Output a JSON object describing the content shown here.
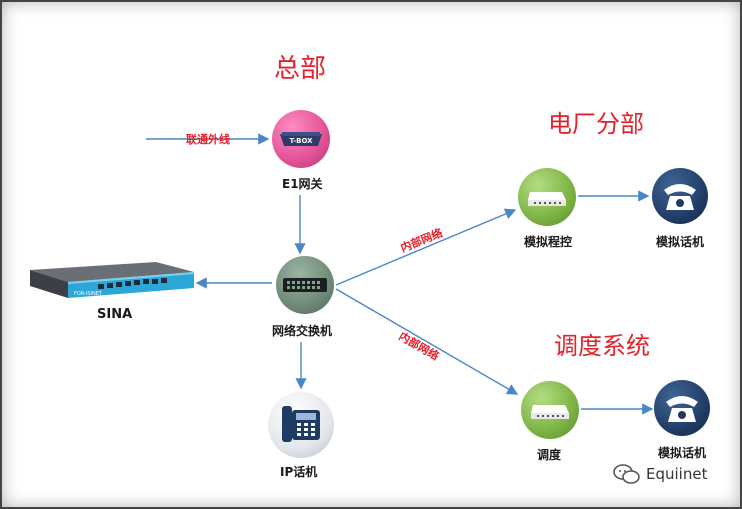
{
  "titles": {
    "hq": "总部",
    "plant": "电厂分部",
    "dispatch": "调度系统"
  },
  "nodes": {
    "e1_gateway": {
      "label": "E1网关",
      "device_text": "T-BOX"
    },
    "switch": {
      "label": "网络交换机"
    },
    "sina": {
      "label": "SINA",
      "device_text": "FOR-ISINET"
    },
    "ip_phone": {
      "label": "IP话机"
    },
    "analog_pbx": {
      "label": "模拟程控"
    },
    "analog_phone_1": {
      "label": "模拟话机"
    },
    "dispatch": {
      "label": "调度"
    },
    "analog_phone_2": {
      "label": "模拟话机"
    }
  },
  "edges": {
    "external_line": "联通外线",
    "internal_net_1": "内部网络",
    "internal_net_2": "内部网络"
  },
  "watermark": {
    "text": "Equiinet",
    "icon": "wechat-icon"
  },
  "colors": {
    "title_red": "#e8202a",
    "arrow_blue": "#4a86c8",
    "green_node": "#7cb342",
    "navy_node": "#1f3b63",
    "pink_node": "#e5569a",
    "switch_bg": "#6f8a78",
    "sina_blue": "#2aa7d8"
  }
}
